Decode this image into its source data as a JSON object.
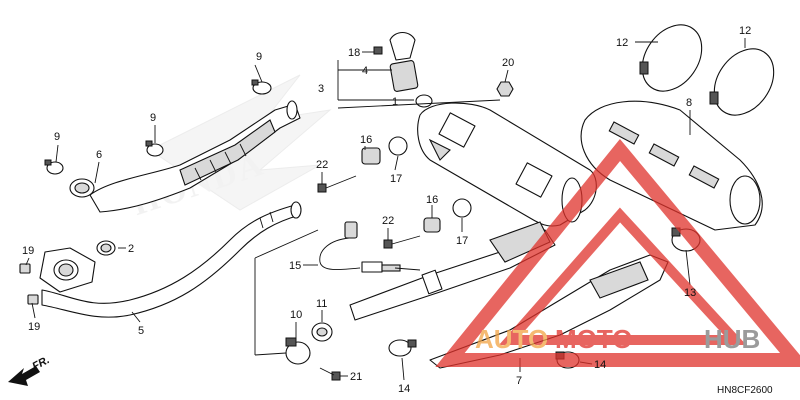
{
  "callouts": {
    "c1": "1",
    "c2": "2",
    "c3": "3",
    "c4": "4",
    "c5": "5",
    "c6": "6",
    "c7": "7",
    "c8": "8",
    "c9a": "9",
    "c9b": "9",
    "c9c": "9",
    "c10": "10",
    "c11": "11",
    "c12a": "12",
    "c12b": "12",
    "c13": "13",
    "c14a": "14",
    "c14b": "14",
    "c15": "15",
    "c16a": "16",
    "c16b": "16",
    "c17a": "17",
    "c17b": "17",
    "c18": "18",
    "c19a": "19",
    "c19b": "19",
    "c20": "20",
    "c21": "21",
    "c22a": "22",
    "c22b": "22"
  },
  "front_marker": "FR.",
  "diagram_code": "HN8CF2600",
  "watermark": {
    "text_left": "AUTO",
    "text_mid": "MOTO",
    "text_right": "HUB",
    "colors": {
      "red": "#e0322b",
      "orange": "#f2a444",
      "grey": "#7a7a7a"
    }
  },
  "background_brand": "HONDA"
}
